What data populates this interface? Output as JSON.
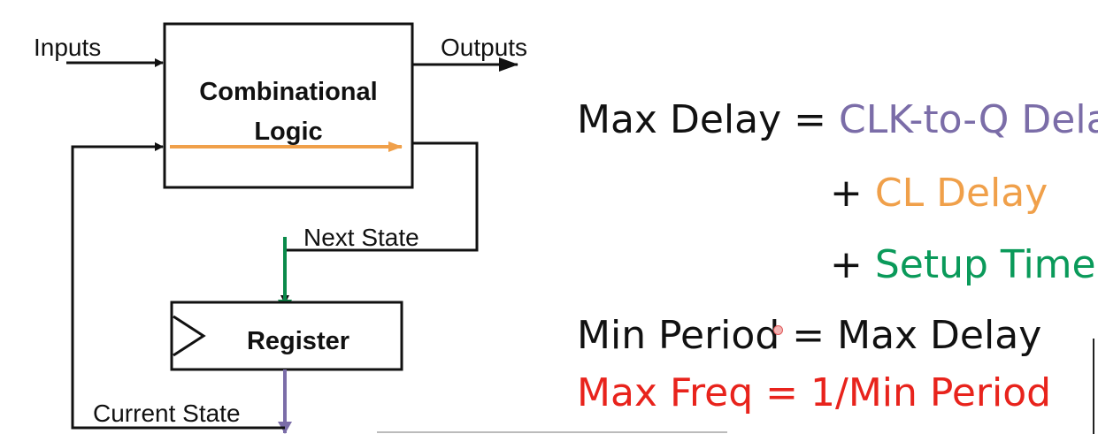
{
  "diagram": {
    "inputs_label": "Inputs",
    "outputs_label": "Outputs",
    "combinational_logic_label_line1": "Combinational",
    "combinational_logic_label_line2": "Logic",
    "next_state_label": "Next State",
    "register_label": "Register",
    "current_state_label": "Current State"
  },
  "equations": {
    "max_delay_lhs": "Max Delay = ",
    "clk_to_q": "CLK-to-Q Delay",
    "plus": "+ ",
    "cl_delay": "CL Delay",
    "setup_time": "Setup Time",
    "min_period": "Min Period = Max Delay",
    "max_freq": "Max Freq = 1/Min Period"
  },
  "colors": {
    "clk_to_q": "#7b6da8",
    "cl_delay": "#f0a04a",
    "setup_time": "#0a9a5a",
    "max_freq": "#e8231c",
    "logic_path": "#f0a04a",
    "next_state_arrow": "#0a8a4a",
    "current_state_arrow": "#7b6da8"
  }
}
